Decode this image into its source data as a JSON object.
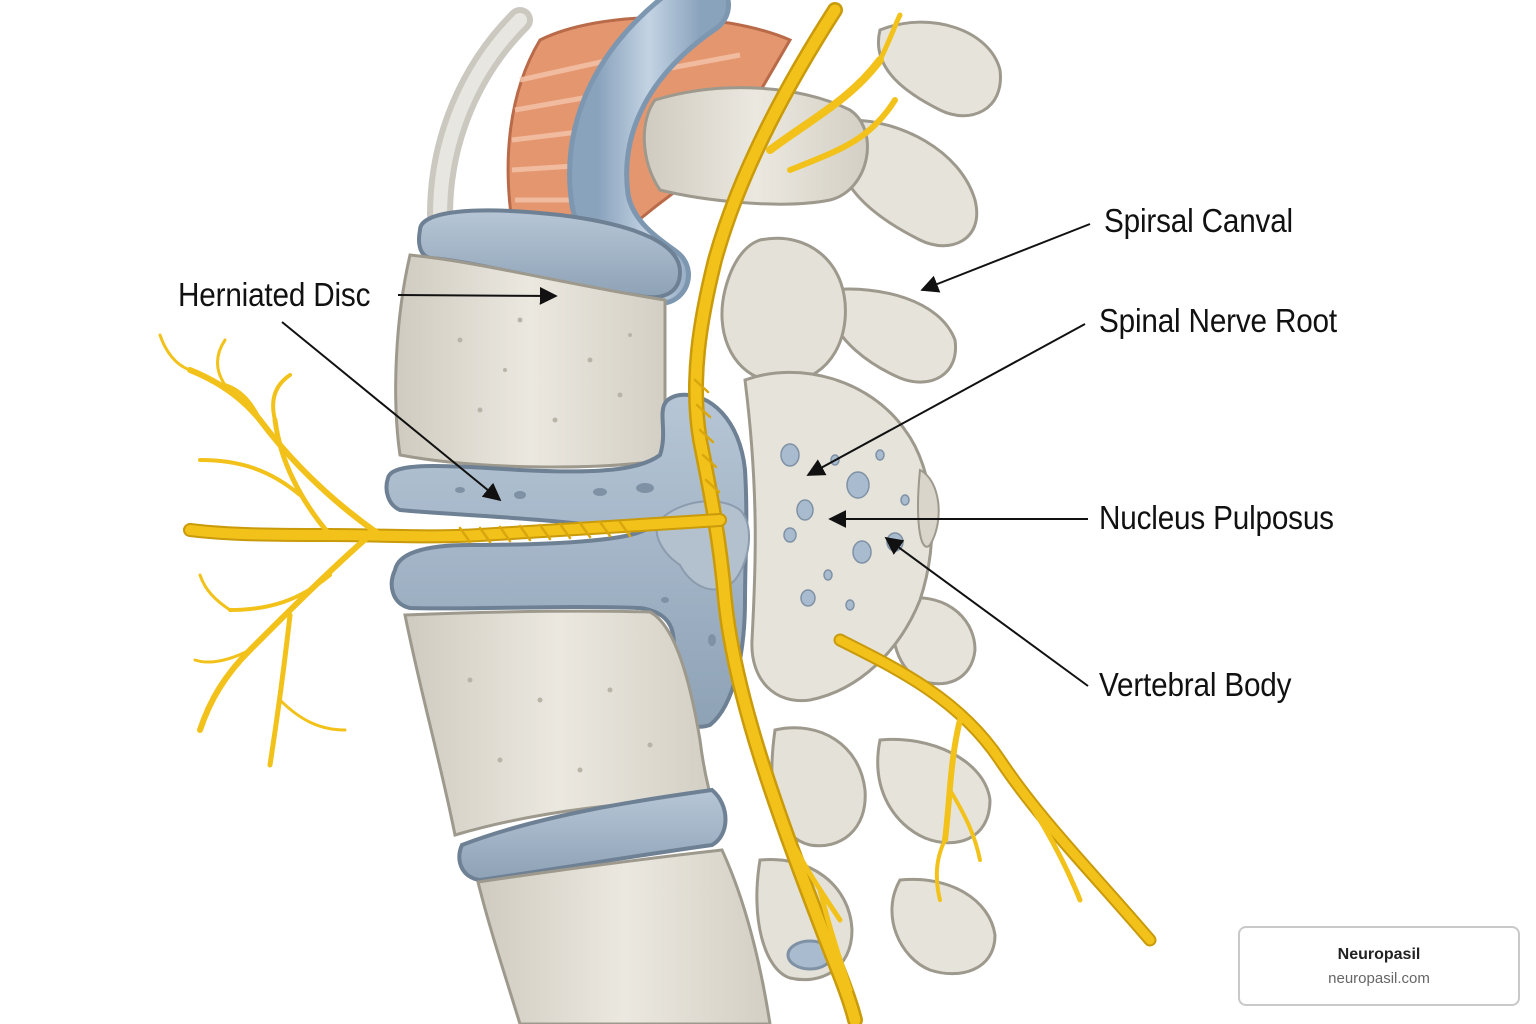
{
  "labels": {
    "herniated_disc": "Herniated Disc",
    "spinal_canal": "Spirsal Canval",
    "spinal_nerve_root": "Spinal Nerve Root",
    "nucleus_pulposus": "Nucleus Pulposus",
    "vertebral_body": "Vertebral Body"
  },
  "watermark": {
    "name": "Neuropasil",
    "url": "neuropasil.com"
  },
  "colors": {
    "bone": "#e4e1d8",
    "bone_shade": "#c9c5ba",
    "disc": "#9fb2c5",
    "disc_dark": "#7f91a4",
    "nerve": "#f2c21b",
    "nerve_dark": "#c99a0a",
    "muscle": "#e0906a",
    "vessel": "#a9bfd6",
    "pointer": "#111111"
  }
}
